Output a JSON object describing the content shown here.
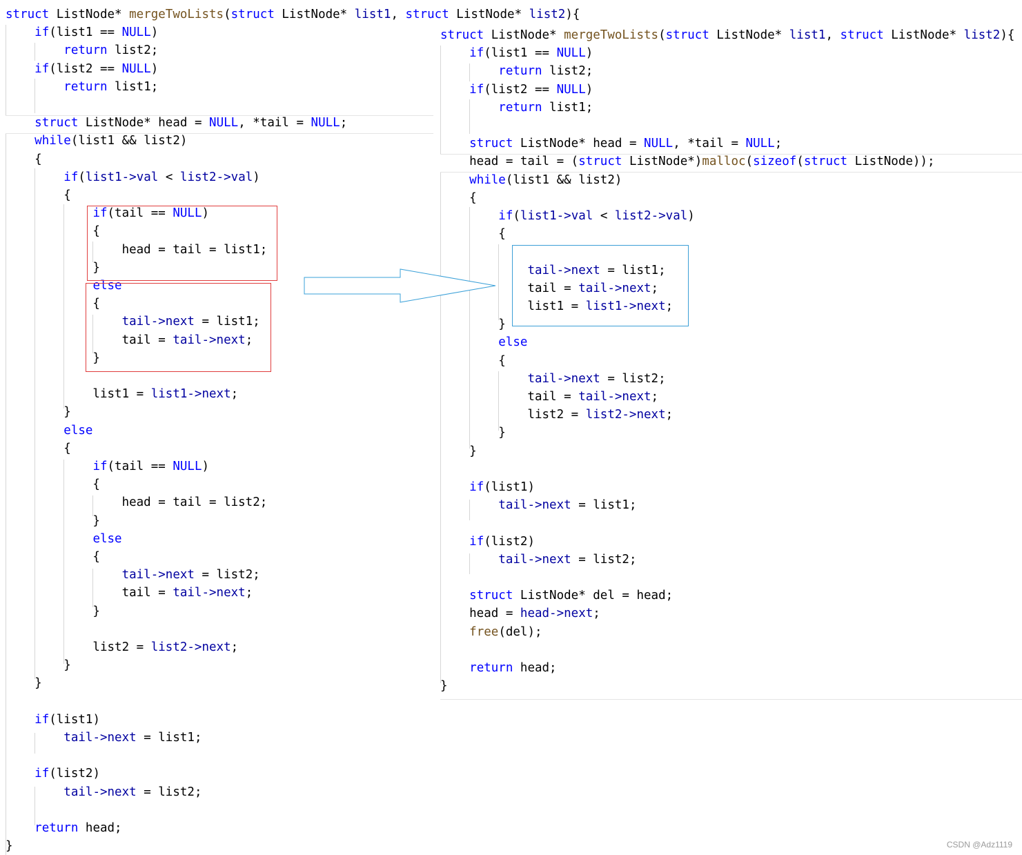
{
  "colors": {
    "keyword": "#0000ff",
    "member": "#0000a0",
    "function": "#74531f",
    "text": "#000000",
    "red_box": "#e03c3c",
    "blue_box": "#3b9fd6",
    "arrow": "#3aa0d8",
    "watermark": "#9a9a9a"
  },
  "watermark": "CSDN @Adz1119",
  "left_code": {
    "lines": [
      [
        [
          "struct",
          "k"
        ],
        [
          " ListNode* ",
          "t"
        ],
        [
          "mergeTwoLists",
          "f"
        ],
        [
          "(",
          "t"
        ],
        [
          "struct",
          "k"
        ],
        [
          " ListNode* ",
          "t"
        ],
        [
          "list1",
          "m"
        ],
        [
          ", ",
          "t"
        ],
        [
          "struct",
          "k"
        ],
        [
          " ListNode* ",
          "t"
        ],
        [
          "list2",
          "m"
        ],
        [
          "){",
          "t"
        ]
      ],
      [
        [
          "    ",
          "t"
        ],
        [
          "if",
          "k"
        ],
        [
          "(list1 == ",
          "t"
        ],
        [
          "NULL",
          "k"
        ],
        [
          ")",
          "t"
        ]
      ],
      [
        [
          "        ",
          "t"
        ],
        [
          "return",
          "k"
        ],
        [
          " list2;",
          "t"
        ]
      ],
      [
        [
          "    ",
          "t"
        ],
        [
          "if",
          "k"
        ],
        [
          "(list2 == ",
          "t"
        ],
        [
          "NULL",
          "k"
        ],
        [
          ")",
          "t"
        ]
      ],
      [
        [
          "        ",
          "t"
        ],
        [
          "return",
          "k"
        ],
        [
          " list1;",
          "t"
        ]
      ],
      [
        [
          "",
          "t"
        ]
      ],
      [
        [
          "    ",
          "t"
        ],
        [
          "struct",
          "k"
        ],
        [
          " ListNode* head = ",
          "t"
        ],
        [
          "NULL",
          "k"
        ],
        [
          ", *tail = ",
          "t"
        ],
        [
          "NULL",
          "k"
        ],
        [
          ";",
          "t"
        ]
      ],
      [
        [
          "    ",
          "t"
        ],
        [
          "while",
          "k"
        ],
        [
          "(list1 && list2)",
          "t"
        ]
      ],
      [
        [
          "    {",
          "t"
        ]
      ],
      [
        [
          "        ",
          "t"
        ],
        [
          "if",
          "k"
        ],
        [
          "(",
          "t"
        ],
        [
          "list1->",
          "m"
        ],
        [
          "val",
          "m"
        ],
        [
          " < ",
          "t"
        ],
        [
          "list2->",
          "m"
        ],
        [
          "val",
          "m"
        ],
        [
          ")",
          "t"
        ]
      ],
      [
        [
          "        {",
          "t"
        ]
      ],
      [
        [
          "            ",
          "t"
        ],
        [
          "if",
          "k"
        ],
        [
          "(tail == ",
          "t"
        ],
        [
          "NULL",
          "k"
        ],
        [
          ")",
          "t"
        ]
      ],
      [
        [
          "            {",
          "t"
        ]
      ],
      [
        [
          "                head = tail = list1;",
          "t"
        ]
      ],
      [
        [
          "            }",
          "t"
        ]
      ],
      [
        [
          "            ",
          "t"
        ],
        [
          "else",
          "k"
        ]
      ],
      [
        [
          "            {",
          "t"
        ]
      ],
      [
        [
          "                ",
          "t"
        ],
        [
          "tail->next",
          "m"
        ],
        [
          " = list1;",
          "t"
        ]
      ],
      [
        [
          "                tail = ",
          "t"
        ],
        [
          "tail->next",
          "m"
        ],
        [
          ";",
          "t"
        ]
      ],
      [
        [
          "            }",
          "t"
        ]
      ],
      [
        [
          "",
          "t"
        ]
      ],
      [
        [
          "            list1 = ",
          "t"
        ],
        [
          "list1->next",
          "m"
        ],
        [
          ";",
          "t"
        ]
      ],
      [
        [
          "        }",
          "t"
        ]
      ],
      [
        [
          "        ",
          "t"
        ],
        [
          "else",
          "k"
        ]
      ],
      [
        [
          "        {",
          "t"
        ]
      ],
      [
        [
          "            ",
          "t"
        ],
        [
          "if",
          "k"
        ],
        [
          "(tail == ",
          "t"
        ],
        [
          "NULL",
          "k"
        ],
        [
          ")",
          "t"
        ]
      ],
      [
        [
          "            {",
          "t"
        ]
      ],
      [
        [
          "                head = tail = list2;",
          "t"
        ]
      ],
      [
        [
          "            }",
          "t"
        ]
      ],
      [
        [
          "            ",
          "t"
        ],
        [
          "else",
          "k"
        ]
      ],
      [
        [
          "            {",
          "t"
        ]
      ],
      [
        [
          "                ",
          "t"
        ],
        [
          "tail->next",
          "m"
        ],
        [
          " = list2;",
          "t"
        ]
      ],
      [
        [
          "                tail = ",
          "t"
        ],
        [
          "tail->next",
          "m"
        ],
        [
          ";",
          "t"
        ]
      ],
      [
        [
          "            }",
          "t"
        ]
      ],
      [
        [
          "",
          "t"
        ]
      ],
      [
        [
          "            list2 = ",
          "t"
        ],
        [
          "list2->next",
          "m"
        ],
        [
          ";",
          "t"
        ]
      ],
      [
        [
          "        }",
          "t"
        ]
      ],
      [
        [
          "    }",
          "t"
        ]
      ],
      [
        [
          "",
          "t"
        ]
      ],
      [
        [
          "    ",
          "t"
        ],
        [
          "if",
          "k"
        ],
        [
          "(list1)",
          "t"
        ]
      ],
      [
        [
          "        ",
          "t"
        ],
        [
          "tail->next",
          "m"
        ],
        [
          " = list1;",
          "t"
        ]
      ],
      [
        [
          "",
          "t"
        ]
      ],
      [
        [
          "    ",
          "t"
        ],
        [
          "if",
          "k"
        ],
        [
          "(list2)",
          "t"
        ]
      ],
      [
        [
          "        ",
          "t"
        ],
        [
          "tail->next",
          "m"
        ],
        [
          " = list2;",
          "t"
        ]
      ],
      [
        [
          "",
          "t"
        ]
      ],
      [
        [
          "    ",
          "t"
        ],
        [
          "return",
          "k"
        ],
        [
          " head;",
          "t"
        ]
      ],
      [
        [
          "}",
          "t"
        ]
      ]
    ]
  },
  "right_code": {
    "lines": [
      [
        [
          "struct",
          "k"
        ],
        [
          " ListNode* ",
          "t"
        ],
        [
          "mergeTwoLists",
          "f"
        ],
        [
          "(",
          "t"
        ],
        [
          "struct",
          "k"
        ],
        [
          " ListNode* ",
          "t"
        ],
        [
          "list1",
          "m"
        ],
        [
          ", ",
          "t"
        ],
        [
          "struct",
          "k"
        ],
        [
          " ListNode* ",
          "t"
        ],
        [
          "list2",
          "m"
        ],
        [
          "){",
          "t"
        ]
      ],
      [
        [
          "    ",
          "t"
        ],
        [
          "if",
          "k"
        ],
        [
          "(list1 == ",
          "t"
        ],
        [
          "NULL",
          "k"
        ],
        [
          ")",
          "t"
        ]
      ],
      [
        [
          "        ",
          "t"
        ],
        [
          "return",
          "k"
        ],
        [
          " list2;",
          "t"
        ]
      ],
      [
        [
          "    ",
          "t"
        ],
        [
          "if",
          "k"
        ],
        [
          "(list2 == ",
          "t"
        ],
        [
          "NULL",
          "k"
        ],
        [
          ")",
          "t"
        ]
      ],
      [
        [
          "        ",
          "t"
        ],
        [
          "return",
          "k"
        ],
        [
          " list1;",
          "t"
        ]
      ],
      [
        [
          "",
          "t"
        ]
      ],
      [
        [
          "    ",
          "t"
        ],
        [
          "struct",
          "k"
        ],
        [
          " ListNode* head = ",
          "t"
        ],
        [
          "NULL",
          "k"
        ],
        [
          ", *tail = ",
          "t"
        ],
        [
          "NULL",
          "k"
        ],
        [
          ";",
          "t"
        ]
      ],
      [
        [
          "    head = tail = (",
          "t"
        ],
        [
          "struct",
          "k"
        ],
        [
          " ListNode*)",
          "t"
        ],
        [
          "malloc",
          "f"
        ],
        [
          "(",
          "t"
        ],
        [
          "sizeof",
          "k"
        ],
        [
          "(",
          "t"
        ],
        [
          "struct",
          "k"
        ],
        [
          " ListNode));",
          "t"
        ]
      ],
      [
        [
          "    ",
          "t"
        ],
        [
          "while",
          "k"
        ],
        [
          "(list1 && list2)",
          "t"
        ]
      ],
      [
        [
          "    {",
          "t"
        ]
      ],
      [
        [
          "        ",
          "t"
        ],
        [
          "if",
          "k"
        ],
        [
          "(",
          "t"
        ],
        [
          "list1->",
          "m"
        ],
        [
          "val",
          "m"
        ],
        [
          " < ",
          "t"
        ],
        [
          "list2->",
          "m"
        ],
        [
          "val",
          "m"
        ],
        [
          ")",
          "t"
        ]
      ],
      [
        [
          "        {",
          "t"
        ]
      ],
      [
        [
          "",
          "t"
        ]
      ],
      [
        [
          "            ",
          "t"
        ],
        [
          "tail->next",
          "m"
        ],
        [
          " = list1;",
          "t"
        ]
      ],
      [
        [
          "            tail = ",
          "t"
        ],
        [
          "tail->next",
          "m"
        ],
        [
          ";",
          "t"
        ]
      ],
      [
        [
          "            list1 = ",
          "t"
        ],
        [
          "list1->next",
          "m"
        ],
        [
          ";",
          "t"
        ]
      ],
      [
        [
          "        }",
          "t"
        ]
      ],
      [
        [
          "        ",
          "t"
        ],
        [
          "else",
          "k"
        ]
      ],
      [
        [
          "        {",
          "t"
        ]
      ],
      [
        [
          "            ",
          "t"
        ],
        [
          "tail->next",
          "m"
        ],
        [
          " = list2;",
          "t"
        ]
      ],
      [
        [
          "            tail = ",
          "t"
        ],
        [
          "tail->next",
          "m"
        ],
        [
          ";",
          "t"
        ]
      ],
      [
        [
          "            list2 = ",
          "t"
        ],
        [
          "list2->next",
          "m"
        ],
        [
          ";",
          "t"
        ]
      ],
      [
        [
          "        }",
          "t"
        ]
      ],
      [
        [
          "    }",
          "t"
        ]
      ],
      [
        [
          "",
          "t"
        ]
      ],
      [
        [
          "    ",
          "t"
        ],
        [
          "if",
          "k"
        ],
        [
          "(list1)",
          "t"
        ]
      ],
      [
        [
          "        ",
          "t"
        ],
        [
          "tail->next",
          "m"
        ],
        [
          " = list1;",
          "t"
        ]
      ],
      [
        [
          "",
          "t"
        ]
      ],
      [
        [
          "    ",
          "t"
        ],
        [
          "if",
          "k"
        ],
        [
          "(list2)",
          "t"
        ]
      ],
      [
        [
          "        ",
          "t"
        ],
        [
          "tail->next",
          "m"
        ],
        [
          " = list2;",
          "t"
        ]
      ],
      [
        [
          "",
          "t"
        ]
      ],
      [
        [
          "    ",
          "t"
        ],
        [
          "struct",
          "k"
        ],
        [
          " ListNode* del = head;",
          "t"
        ]
      ],
      [
        [
          "    head = ",
          "t"
        ],
        [
          "head->next",
          "m"
        ],
        [
          ";",
          "t"
        ]
      ],
      [
        [
          "    ",
          "t"
        ],
        [
          "free",
          "f"
        ],
        [
          "(del);",
          "t"
        ]
      ],
      [
        [
          "",
          "t"
        ]
      ],
      [
        [
          "    ",
          "t"
        ],
        [
          "return",
          "k"
        ],
        [
          " head;",
          "t"
        ]
      ],
      [
        [
          "}",
          "t"
        ]
      ]
    ]
  }
}
